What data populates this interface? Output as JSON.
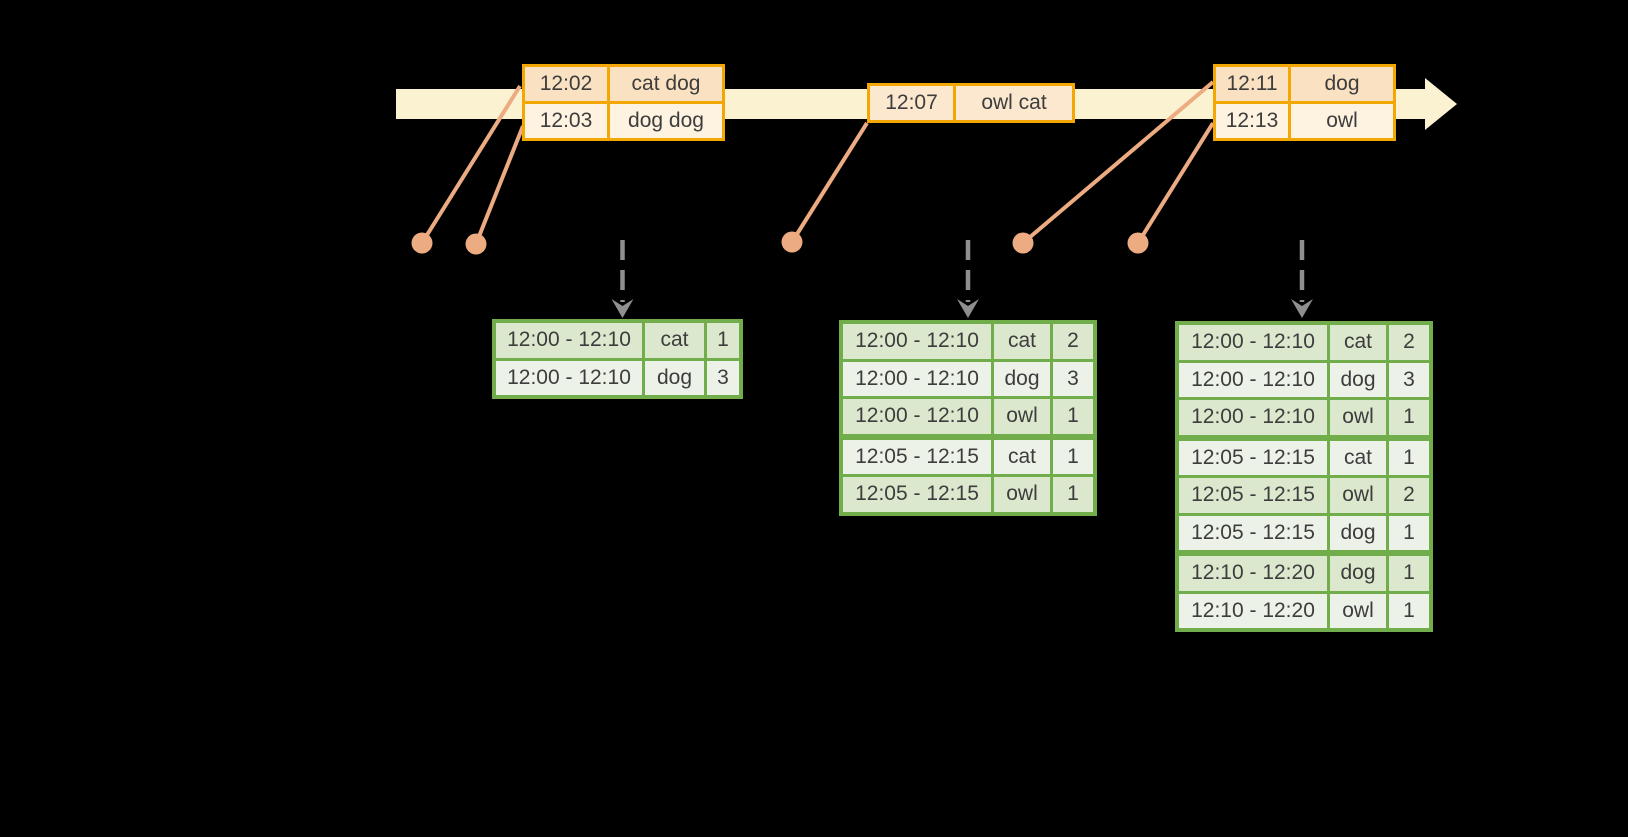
{
  "diagram": {
    "colors": {
      "background": "#000000",
      "timeline": "#FBF2D2",
      "orange_border": "#F2A702",
      "orange_row_dark": "#FAE1C2",
      "orange_row_light": "#FDF3E0",
      "orange_row_mid": "#FBE8CF",
      "salmon": "#EDAB81",
      "gray_arrow": "#8F8F8F",
      "green_border": "#72AD4B",
      "green_row_dark": "#DBE8CD",
      "green_row_light": "#EDF2E8",
      "text": "#3D3D3D"
    },
    "event_tables": [
      {
        "rows": [
          {
            "time": "12:02",
            "words": "cat dog"
          },
          {
            "time": "12:03",
            "words": "dog dog"
          }
        ]
      },
      {
        "rows": [
          {
            "time": "12:07",
            "words": "owl cat"
          }
        ]
      },
      {
        "rows": [
          {
            "time": "12:11",
            "words": "dog"
          },
          {
            "time": "12:13",
            "words": "owl"
          }
        ]
      }
    ],
    "result_tables": [
      {
        "rows": [
          {
            "window": "12:00 - 12:10",
            "word": "cat",
            "count": "1"
          },
          {
            "window": "12:00 - 12:10",
            "word": "dog",
            "count": "3"
          }
        ]
      },
      {
        "rows": [
          {
            "window": "12:00 - 12:10",
            "word": "cat",
            "count": "2"
          },
          {
            "window": "12:00 - 12:10",
            "word": "dog",
            "count": "3"
          },
          {
            "window": "12:00 - 12:10",
            "word": "owl",
            "count": "1"
          },
          {
            "window": "12:05 - 12:15",
            "word": "cat",
            "count": "1",
            "group_start": true
          },
          {
            "window": "12:05 - 12:15",
            "word": "owl",
            "count": "1"
          }
        ]
      },
      {
        "rows": [
          {
            "window": "12:00 - 12:10",
            "word": "cat",
            "count": "2"
          },
          {
            "window": "12:00 - 12:10",
            "word": "dog",
            "count": "3"
          },
          {
            "window": "12:00 - 12:10",
            "word": "owl",
            "count": "1"
          },
          {
            "window": "12:05 - 12:15",
            "word": "cat",
            "count": "1",
            "group_start": true
          },
          {
            "window": "12:05 - 12:15",
            "word": "owl",
            "count": "2"
          },
          {
            "window": "12:05 - 12:15",
            "word": "dog",
            "count": "1"
          },
          {
            "window": "12:10 - 12:20",
            "word": "dog",
            "count": "1",
            "group_start": true
          },
          {
            "window": "12:10 - 12:20",
            "word": "owl",
            "count": "1"
          }
        ]
      }
    ]
  }
}
